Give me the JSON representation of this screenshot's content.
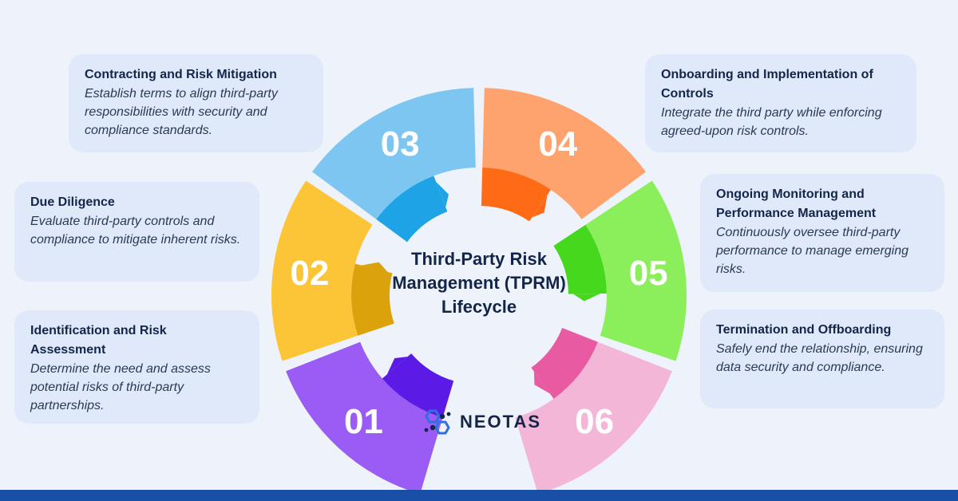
{
  "center_title": "Third-Party Risk Management (TPRM) Lifecycle",
  "brand": {
    "name": "NEOTAS",
    "icon": "neotas-logo"
  },
  "steps": [
    {
      "number": "01",
      "title": "Identification and Risk Assessment",
      "description": "Determine the need and assess potential risks of third-party partnerships.",
      "color": "#9a5cf5",
      "inner_color": "#5b1ae6"
    },
    {
      "number": "02",
      "title": "Due Diligence",
      "description": "Evaluate third-party controls and compliance to mitigate inherent risks.",
      "color": "#fcc537",
      "inner_color": "#dca20c"
    },
    {
      "number": "03",
      "title": "Contracting and Risk Mitigation",
      "description": "Establish terms to align third-party responsibilities with security and compliance standards.",
      "color": "#7dc6f1",
      "inner_color": "#1ea3e6"
    },
    {
      "number": "04",
      "title": "Onboarding and Implementation of Controls",
      "description": "Integrate the third party while enforcing agreed-upon risk controls.",
      "color": "#ffa36e",
      "inner_color": "#ff6a14"
    },
    {
      "number": "05",
      "title": "Ongoing Monitoring and Performance Management",
      "description": "Continuously oversee third-party performance to manage emerging risks.",
      "color": "#8bef5c",
      "inner_color": "#46d81c"
    },
    {
      "number": "06",
      "title": "Termination and Offboarding",
      "description": "Safely end the relationship, ensuring data security and compliance.",
      "color": "#f4b6d6",
      "inner_color": "#e85aa1"
    }
  ]
}
